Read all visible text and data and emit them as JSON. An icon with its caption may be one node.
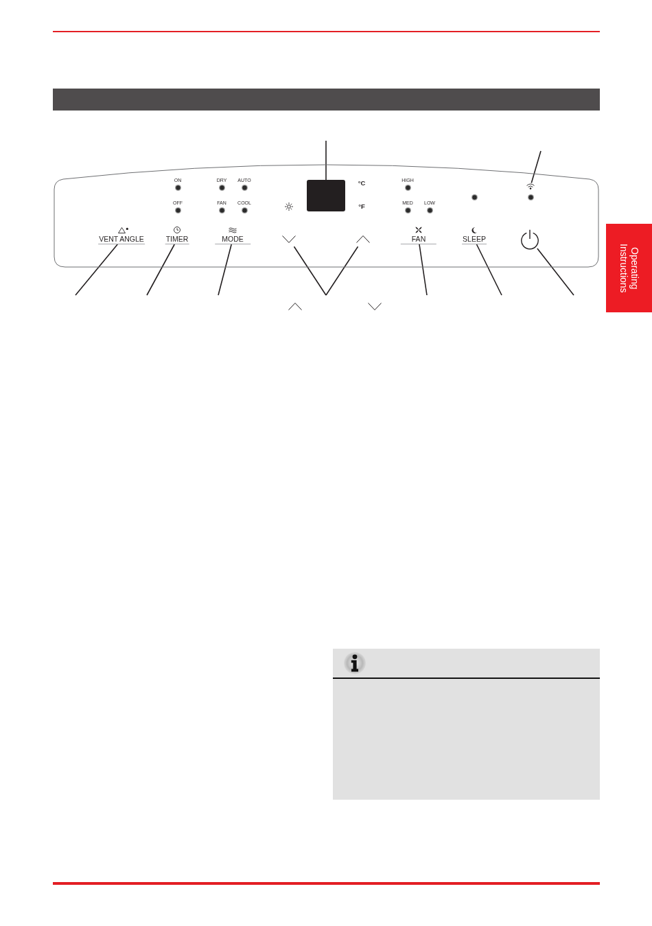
{
  "diagram": {
    "nodes": [
      {
        "text": [],
        "shape": "bar"
      },
      {
        "text": [],
        "shape": "box"
      },
      {
        "text": [],
        "shape": "box",
        "in": 1
      },
      {
        "text": [],
        "shape": "picture",
        "in": 1
      },
      {
        "text": [
          "VENT ANGLE"
        ],
        "in": 1
      },
      {
        "text": [
          "TIMER"
        ],
        "in": 1
      },
      {
        "text": [
          "MODE"
        ],
        "in": 1
      },
      {
        "text": [],
        "shape": "chevron",
        "in": 1
      },
      {
        "text": [],
        "shape": "chevron",
        "in": 1
      },
      {
        "text": [
          "FAN"
        ],
        "in": 1
      },
      {
        "text": [
          "SLEEP"
        ],
        "in": 1
      },
      {
        "text": [],
        "shape": "picture",
        "in": 1
      },
      {
        "text": [
          "Operating Instructions"
        ]
      }
    ],
    "edges": [
      {
        "from": null,
        "to": 2,
        "arrow": "none"
      },
      {
        "from": null,
        "to": 3,
        "arrow": "none"
      },
      {
        "from": null,
        "to": 4,
        "arrow": "none"
      },
      {
        "from": null,
        "to": 5,
        "arrow": "none"
      },
      {
        "from": null,
        "to": 6,
        "arrow": "none"
      },
      {
        "from": null,
        "to": 7,
        "arrow": "none"
      },
      {
        "from": null,
        "to": 8,
        "arrow": "none"
      },
      {
        "from": null,
        "to": 9,
        "arrow": "none"
      },
      {
        "from": null,
        "to": 10,
        "arrow": "none"
      },
      {
        "from": null,
        "to": 11,
        "arrow": "none"
      }
    ],
    "labels": [
      "ON",
      "DRY",
      "AUTO",
      "HIGH",
      "°C",
      "OFF",
      "FAN",
      "COOL",
      "MED",
      "LOW",
      "°F"
    ]
  }
}
